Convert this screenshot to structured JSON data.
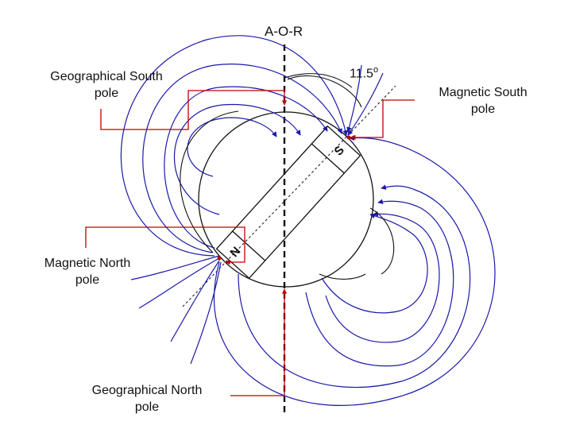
{
  "diagram": {
    "axis_label": "A-O-R",
    "angle_label": "11.5",
    "angle_unit": "o",
    "geo_south": {
      "line1": "Geographical South",
      "line2": "pole"
    },
    "mag_south": {
      "line1": "Magnetic South",
      "line2": "pole"
    },
    "mag_north": {
      "line1": "Magnetic North",
      "line2": "pole"
    },
    "geo_north": {
      "line1": "Geographical North",
      "line2": "pole"
    },
    "magnet": {
      "south_letter": "S",
      "north_letter": "N"
    },
    "colors": {
      "field_lines": "#1a1aa8",
      "leader_lines": "#c00000",
      "outline": "#111111"
    }
  }
}
